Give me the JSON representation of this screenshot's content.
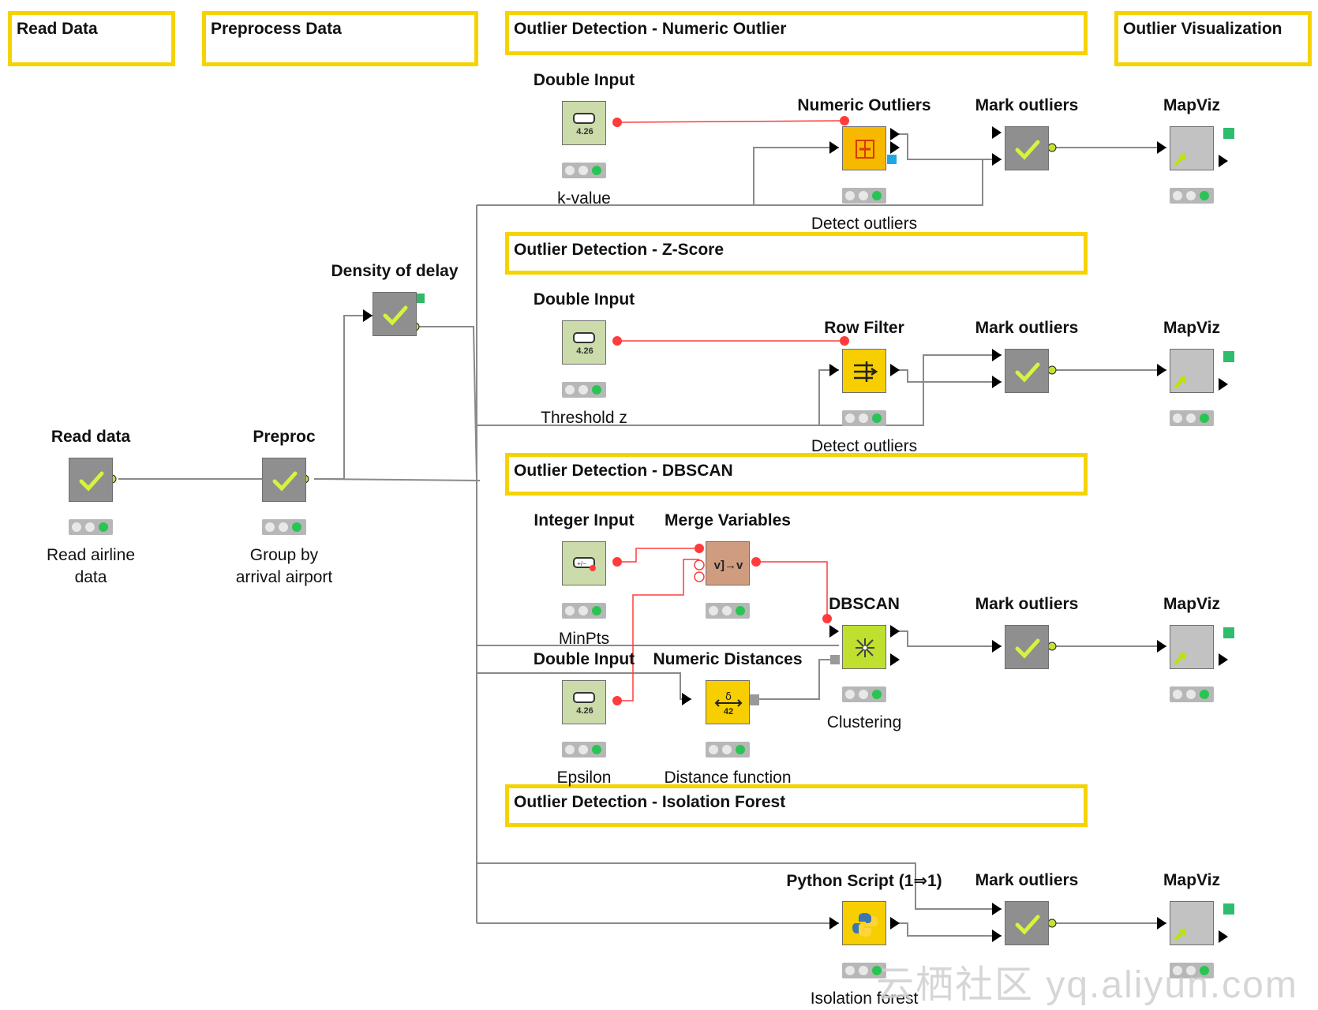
{
  "annotations": [
    {
      "id": "read-data",
      "text": "Read Data"
    },
    {
      "id": "preprocess-data",
      "text": "Preprocess Data"
    },
    {
      "id": "numeric-outlier",
      "text": "Outlier Detection - Numeric Outlier"
    },
    {
      "id": "outlier-visualization",
      "text": "Outlier Visualization"
    },
    {
      "id": "z-score",
      "text": "Outlier Detection - Z-Score"
    },
    {
      "id": "dbscan",
      "text": "Outlier Detection - DBSCAN"
    },
    {
      "id": "isolation-forest",
      "text": "Outlier Detection - Isolation Forest"
    }
  ],
  "nodes": [
    {
      "id": "read-data",
      "title": "Read data",
      "label": "Read airline\ndata",
      "icon": "check-icon",
      "color": "gray"
    },
    {
      "id": "preproc",
      "title": "Preproc",
      "label": "Group by\narrival airport",
      "icon": "check-icon",
      "color": "gray"
    },
    {
      "id": "density",
      "title": "Density of delay",
      "label": "",
      "icon": "check-icon",
      "color": "gray"
    },
    {
      "id": "dbl-input-1",
      "title": "Double Input",
      "label": "k-value",
      "icon": "double-input-icon",
      "color": "green"
    },
    {
      "id": "numeric-outliers",
      "title": "Numeric Outliers",
      "label": "Detect outliers",
      "icon": "numeric-outliers-icon",
      "color": "orange"
    },
    {
      "id": "mark-outliers-1",
      "title": "Mark outliers",
      "label": "",
      "icon": "check-icon",
      "color": "gray"
    },
    {
      "id": "mapviz-1",
      "title": "MapViz",
      "label": "",
      "icon": "mapviz-icon",
      "color": "lightgray"
    },
    {
      "id": "dbl-input-2",
      "title": "Double Input",
      "label": "Threshold z",
      "icon": "double-input-icon",
      "color": "green"
    },
    {
      "id": "row-filter",
      "title": "Row Filter",
      "label": "Detect outliers",
      "icon": "row-filter-icon",
      "color": "yellow"
    },
    {
      "id": "mark-outliers-2",
      "title": "Mark outliers",
      "label": "",
      "icon": "check-icon",
      "color": "gray"
    },
    {
      "id": "mapviz-2",
      "title": "MapViz",
      "label": "",
      "icon": "mapviz-icon",
      "color": "lightgray"
    },
    {
      "id": "int-input",
      "title": "Integer Input",
      "label": "MinPts",
      "icon": "integer-input-icon",
      "color": "green"
    },
    {
      "id": "merge-vars",
      "title": "Merge Variables",
      "label": "",
      "icon": "merge-variables-icon",
      "color": "brown"
    },
    {
      "id": "dbscan",
      "title": "DBSCAN",
      "label": "Clustering",
      "icon": "dbscan-icon",
      "color": "lime"
    },
    {
      "id": "mark-outliers-3",
      "title": "Mark outliers",
      "label": "",
      "icon": "check-icon",
      "color": "gray"
    },
    {
      "id": "mapviz-3",
      "title": "MapViz",
      "label": "",
      "icon": "mapviz-icon",
      "color": "lightgray"
    },
    {
      "id": "dbl-input-3",
      "title": "Double Input",
      "label": "Epsilon",
      "icon": "double-input-icon",
      "color": "green"
    },
    {
      "id": "num-distances",
      "title": "Numeric Distances",
      "label": "Distance function",
      "icon": "numeric-distances-icon",
      "color": "yellow"
    },
    {
      "id": "python",
      "title": "Python Script (1⇒1)",
      "label": "Isolation forest",
      "icon": "python-icon",
      "color": "yellow"
    },
    {
      "id": "mark-outliers-4",
      "title": "Mark outliers",
      "label": "",
      "icon": "check-icon",
      "color": "gray"
    },
    {
      "id": "mapviz-4",
      "title": "MapViz",
      "label": "",
      "icon": "mapviz-icon",
      "color": "lightgray"
    }
  ],
  "watermark": "云栖社区 yq.aliyun.com",
  "colors": {
    "annotation_border": "#f5d300",
    "data_wire": "#8a8a8a",
    "variable_wire": "#ff3b3b",
    "status_ok": "#29c454"
  }
}
